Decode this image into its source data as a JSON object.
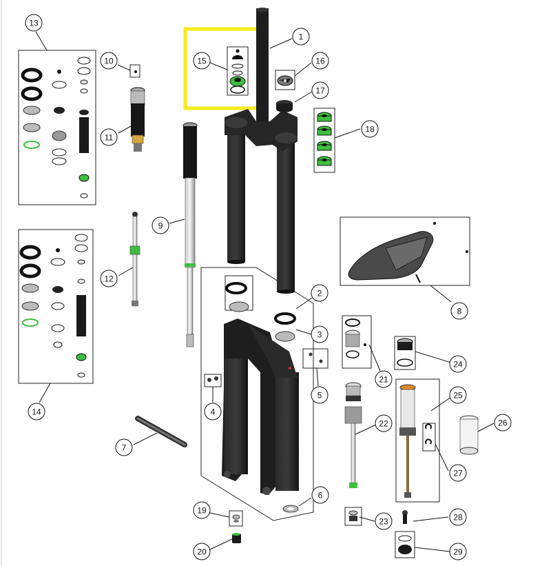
{
  "callouts": [
    {
      "id": "1",
      "label": "1"
    },
    {
      "id": "2",
      "label": "2"
    },
    {
      "id": "3",
      "label": "3"
    },
    {
      "id": "4",
      "label": "4"
    },
    {
      "id": "5",
      "label": "5"
    },
    {
      "id": "6",
      "label": "6"
    },
    {
      "id": "7",
      "label": "7"
    },
    {
      "id": "8",
      "label": "8"
    },
    {
      "id": "9",
      "label": "9"
    },
    {
      "id": "10",
      "label": "10"
    },
    {
      "id": "11",
      "label": "11"
    },
    {
      "id": "12",
      "label": "12"
    },
    {
      "id": "13",
      "label": "13"
    },
    {
      "id": "14",
      "label": "14"
    },
    {
      "id": "15",
      "label": "15"
    },
    {
      "id": "16",
      "label": "16"
    },
    {
      "id": "17",
      "label": "17"
    },
    {
      "id": "18",
      "label": "18"
    },
    {
      "id": "19",
      "label": "19"
    },
    {
      "id": "20",
      "label": "20"
    },
    {
      "id": "21",
      "label": "21"
    },
    {
      "id": "22",
      "label": "22"
    },
    {
      "id": "23",
      "label": "23"
    },
    {
      "id": "24",
      "label": "24"
    },
    {
      "id": "25",
      "label": "25"
    },
    {
      "id": "26",
      "label": "26"
    },
    {
      "id": "27",
      "label": "27"
    },
    {
      "id": "28",
      "label": "28"
    },
    {
      "id": "29",
      "label": "29"
    }
  ],
  "colors": {
    "highlight": "#f5ec1a",
    "seal_green": "#3fbf3f",
    "part_dark": "#1b1b1b",
    "part_grey": "#9a9a9a",
    "part_light": "#e8e8e8",
    "accent_orange": "#d98a2b"
  }
}
